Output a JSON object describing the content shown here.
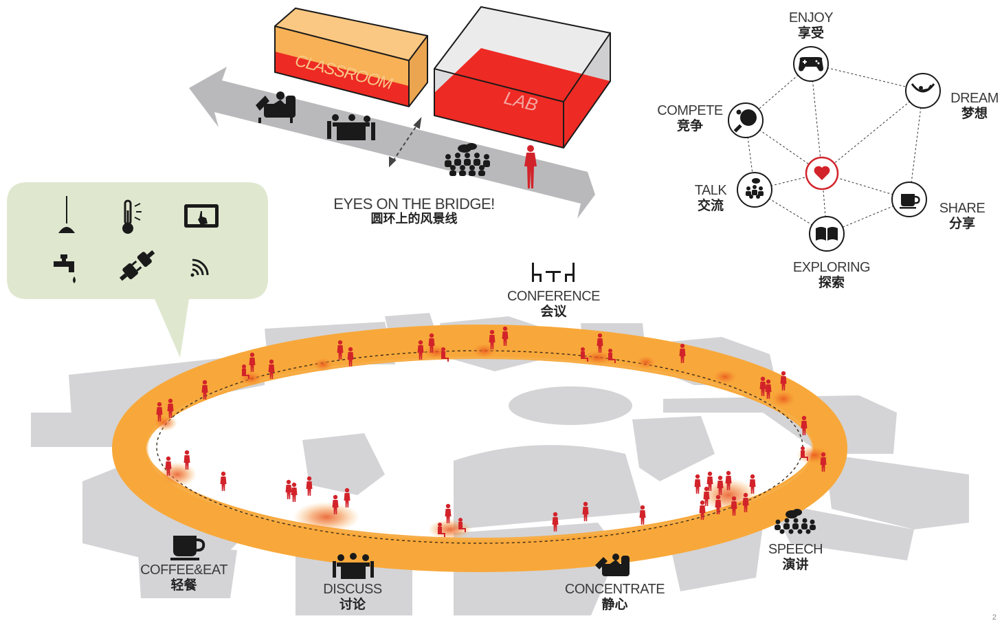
{
  "bridge": {
    "title_en": "EYES ON THE BRIDGE!",
    "title_zh": "圆环上的风景线",
    "classroom_label": "CLASSROOM",
    "lab_label": "LAB"
  },
  "network": {
    "nodes": [
      {
        "id": "enjoy",
        "en": "ENJOY",
        "zh": "享受",
        "icon": "gamepad-icon"
      },
      {
        "id": "dream",
        "en": "DREAM",
        "zh": "梦想",
        "icon": "hammock-icon"
      },
      {
        "id": "compete",
        "en": "COMPETE",
        "zh": "竞争",
        "icon": "ping-pong-icon"
      },
      {
        "id": "talk",
        "en": "TALK",
        "zh": "交流",
        "icon": "group-chat-icon"
      },
      {
        "id": "share",
        "en": "SHARE",
        "zh": "分享",
        "icon": "coffee-cup-icon"
      },
      {
        "id": "exploring",
        "en": "EXPLORING",
        "zh": "探索",
        "icon": "open-book-icon"
      },
      {
        "id": "center",
        "icon": "heart-icon"
      }
    ]
  },
  "amenities": {
    "icons": [
      "pendant-lamp-icon",
      "thermometer-icon",
      "touch-tablet-icon",
      "water-tap-icon",
      "power-plug-icon",
      "wifi-signal-icon"
    ]
  },
  "ring_labels": [
    {
      "id": "conference",
      "en": "CONFERENCE",
      "zh": "会议",
      "icon": "conference-table-icon"
    },
    {
      "id": "coffee",
      "en": "COFFEE&EAT",
      "zh": "轻餐",
      "icon": "coffee-cup-icon"
    },
    {
      "id": "discuss",
      "en": "DISCUSS",
      "zh": "讨论",
      "icon": "meeting-table-icon"
    },
    {
      "id": "concentrate",
      "en": "CONCENTRATE",
      "zh": "静心",
      "icon": "reading-chair-icon"
    },
    {
      "id": "speech",
      "en": "SPEECH",
      "zh": "演讲",
      "icon": "audience-speech-icon"
    }
  ],
  "page_number": "2",
  "colors": {
    "ring": "#f8a83a",
    "ring_dark": "#f08a20",
    "people": "#d2232a",
    "building": "#d4d4d6",
    "bubble": "#dfe8cf",
    "arrow": "#b9b9bb",
    "lab": "#ee2a24",
    "classroom": "#f7a944"
  }
}
